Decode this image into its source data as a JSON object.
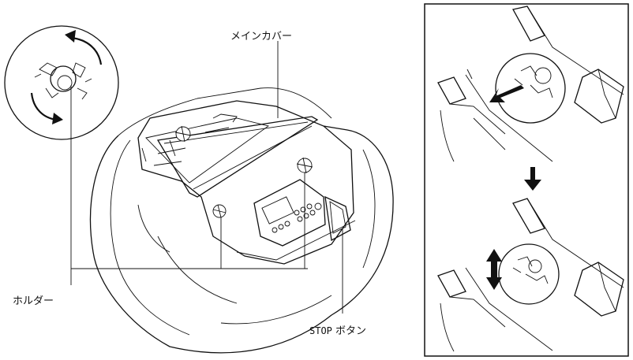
{
  "labels": {
    "main_cover": "メインカバー",
    "holder": "ホルダー",
    "stop_button_prefix": "STOP",
    "stop_button_suffix": " ボタン"
  }
}
